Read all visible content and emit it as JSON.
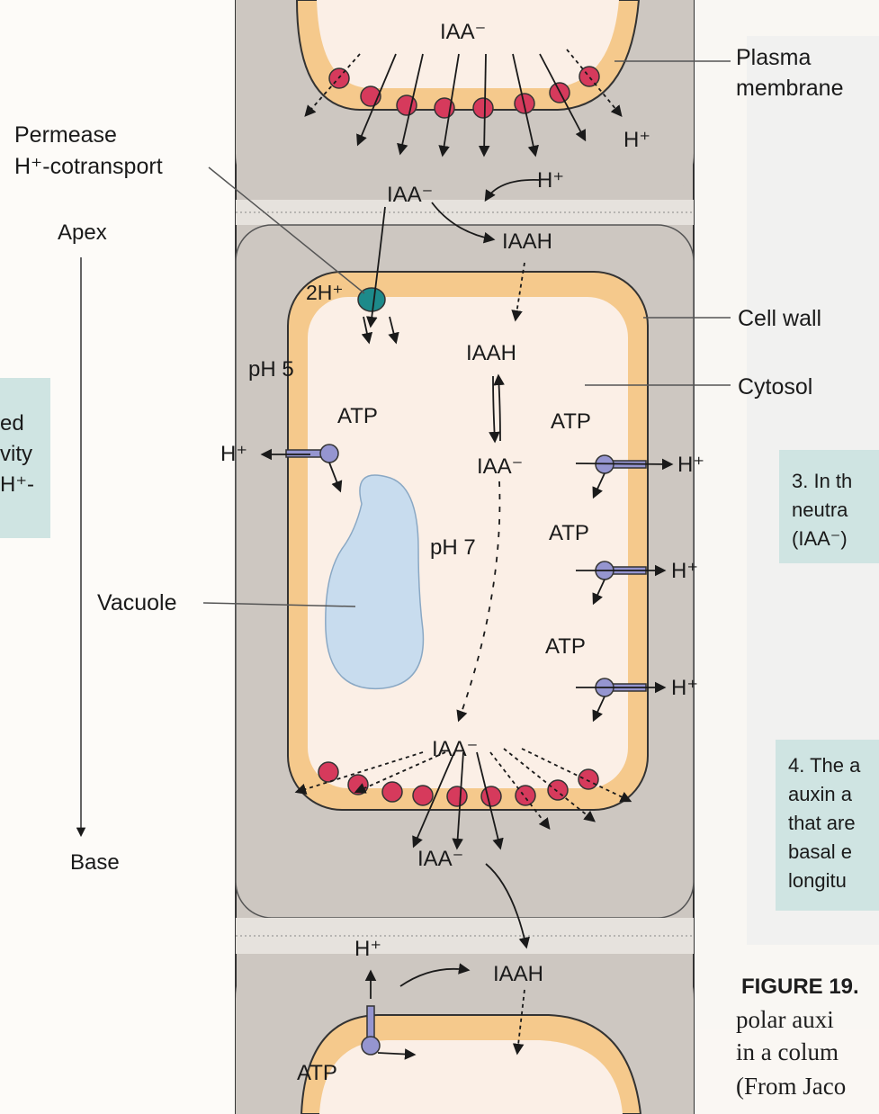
{
  "labels": {
    "iaa_top": "IAA⁻",
    "h_top_right": "H⁺",
    "plasma_membrane_1": "Plasma",
    "plasma_membrane_2": "membrane",
    "permease_1": "Permease",
    "permease_2": "H⁺-cotransport",
    "apex": "Apex",
    "base": "Base",
    "iaa_gap_top": "IAA⁻",
    "h_gap_top": "H⁺",
    "iaah_gap_top": "IAAH",
    "two_h": "2H⁺",
    "cell_wall": "Cell wall",
    "ph5": "pH 5",
    "iaah_cytosol": "IAAH",
    "cytosol": "Cytosol",
    "atp_left": "ATP",
    "h_left": "H⁺",
    "iaa_cytosol": "IAA⁻",
    "atp_r1": "ATP",
    "h_r1": "H⁺",
    "ph7": "pH 7",
    "atp_r2": "ATP",
    "h_r2": "H⁺",
    "vacuole": "Vacuole",
    "atp_r3": "ATP",
    "h_r3": "H⁺",
    "iaa_bottom_cell": "IAA⁻",
    "iaa_gap_bottom": "IAA⁻",
    "h_gap_bottom": "H⁺",
    "iaah_gap_bottom": "IAAH",
    "atp_bottom": "ATP"
  },
  "left_panel": {
    "line1": "ed",
    "line2": "vity",
    "line3": "H⁺-"
  },
  "right_panels": {
    "step3": {
      "line1": "3. In th",
      "line2": "neutra",
      "line3": "(IAA⁻)"
    },
    "step4": {
      "line1": "4. The a",
      "line2": "auxin a",
      "line3": "that are",
      "line4": "basal e",
      "line5": "longitu"
    }
  },
  "caption": {
    "line1": "FIGURE 19.",
    "line2": "polar auxi",
    "line3": "in a colum",
    "line4": "(From Jaco"
  },
  "colors": {
    "cell_wall": "#cdc7c1",
    "membrane": "#f5c98c",
    "cytosol": "#fbefe6",
    "vacuole": "#c8dcee",
    "carrier": "#d63a5c",
    "permease": "#1d8a8a",
    "atpase": "#9595d0",
    "panel": "#cfe4e2"
  }
}
